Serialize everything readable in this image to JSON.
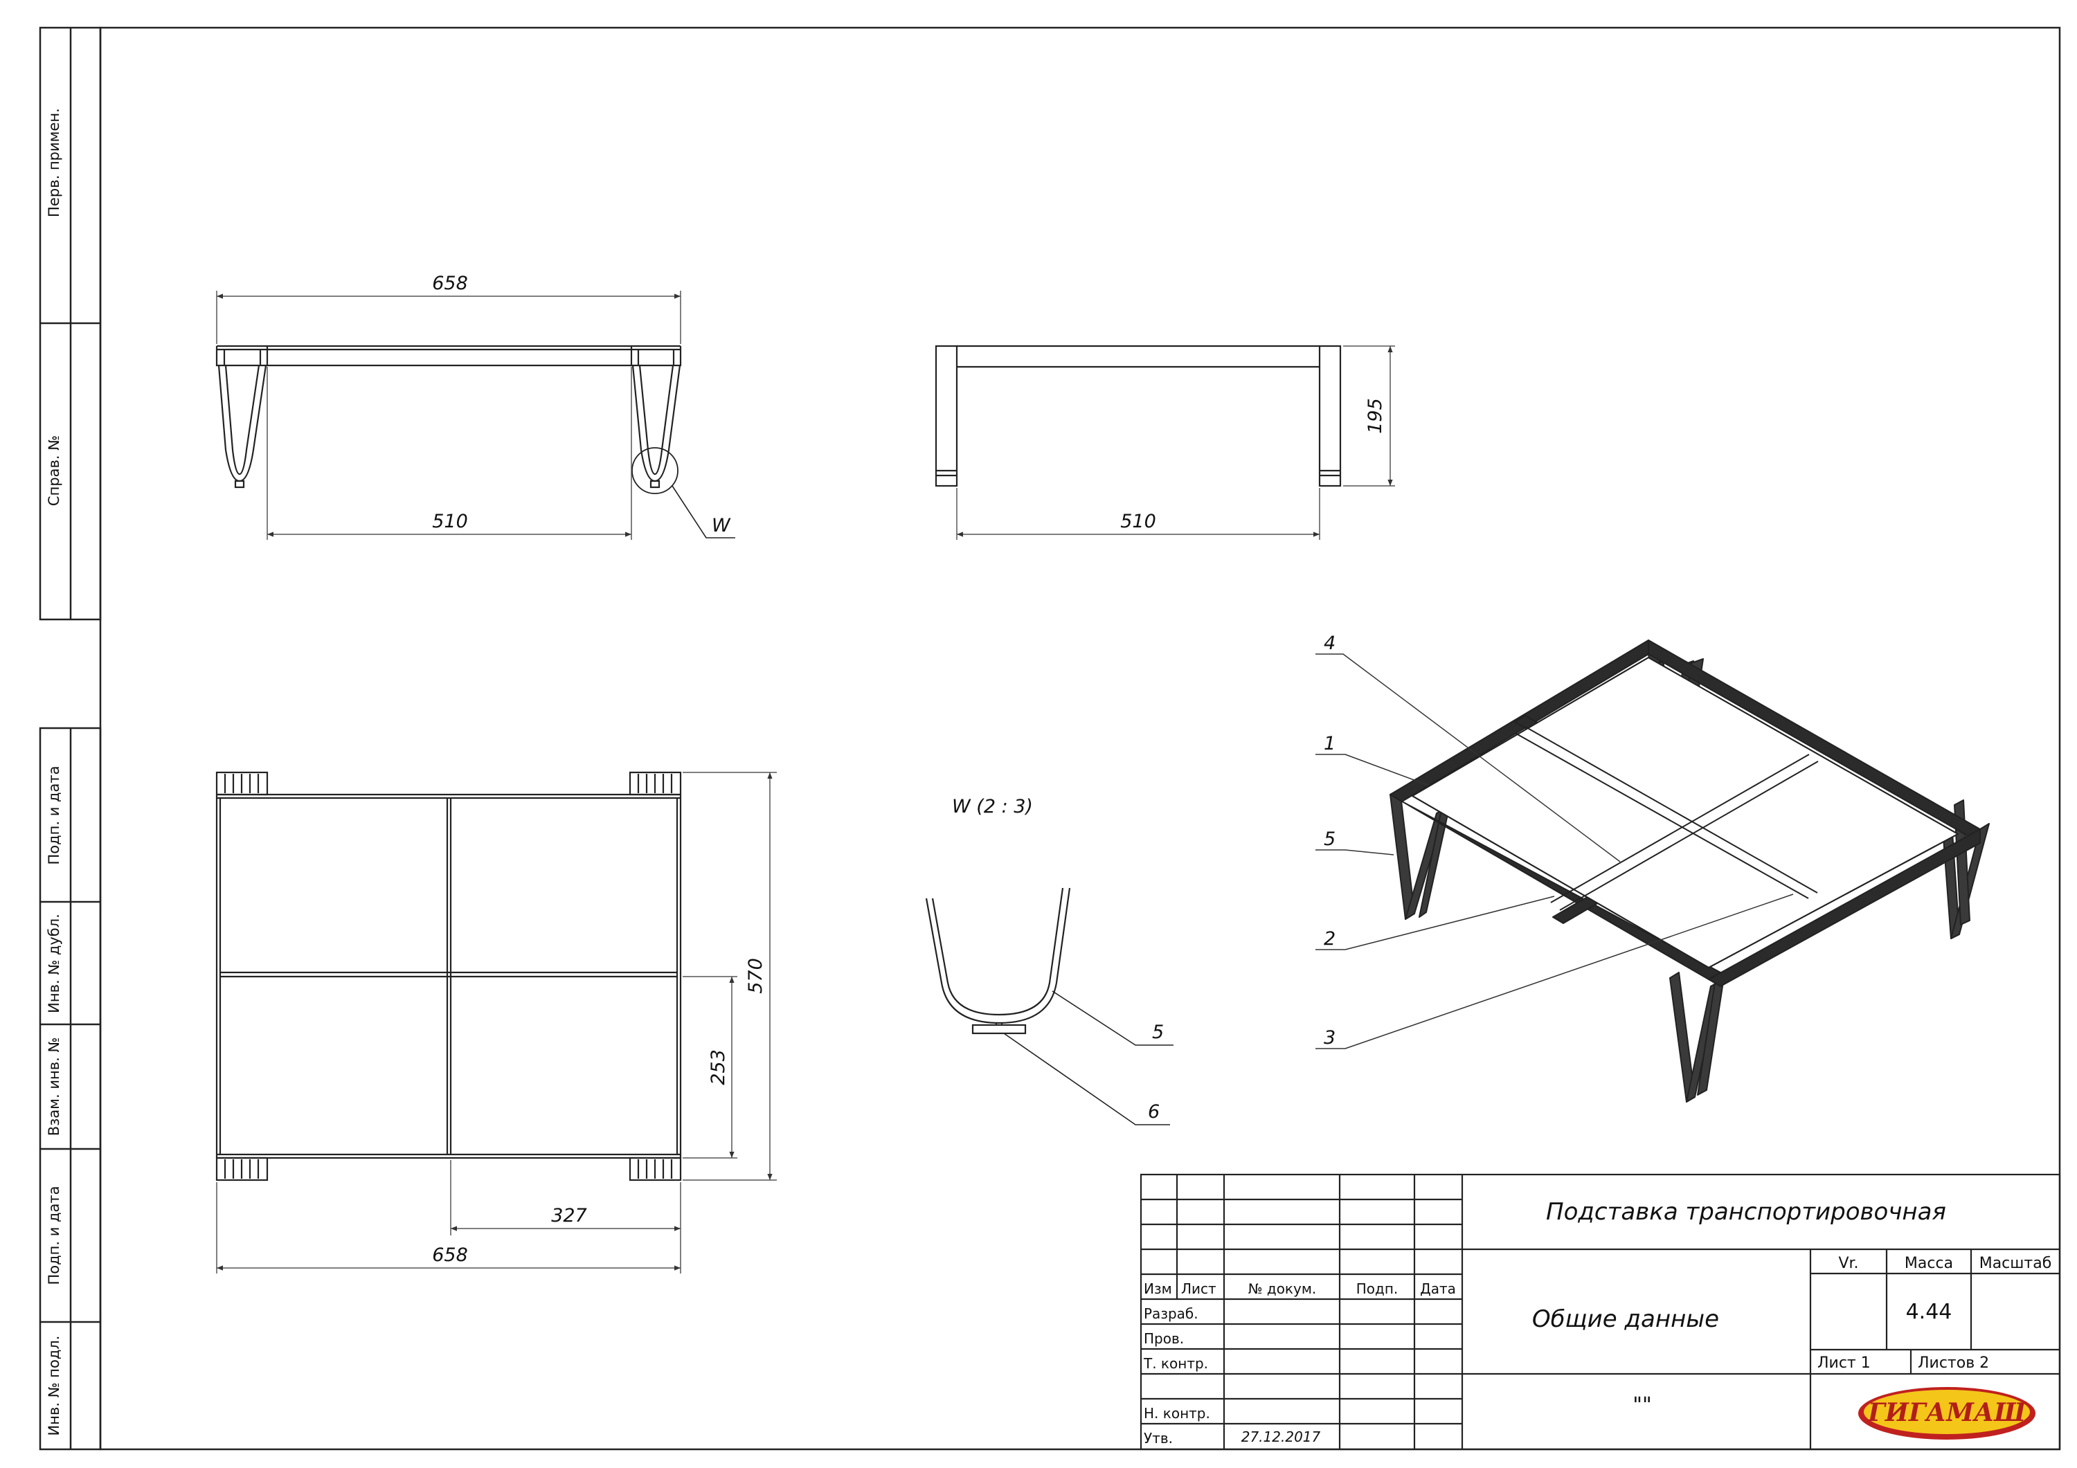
{
  "sidebar": {
    "perv_primen": "Перв. примен.",
    "sprav_no": "Справ. №",
    "podp_data_1": "Подп. и дата",
    "inv_dubl": "Инв. № дубл.",
    "vzam_inv": "Взам. инв. №",
    "podp_data_2": "Подп. и дата",
    "inv_podl": "Инв. № подл."
  },
  "dimensions": {
    "front_width": "658",
    "front_inner": "510",
    "side_height": "195",
    "side_inner": "510",
    "top_depth": "570",
    "top_half": "253",
    "top_half_width": "327",
    "top_width": "658"
  },
  "detail": {
    "callout": "W",
    "title": "W (2 : 3)",
    "labels": [
      "5",
      "6"
    ]
  },
  "iso_labels": [
    "4",
    "1",
    "5",
    "2",
    "3"
  ],
  "title_block": {
    "title": "Подставка транспортировочная",
    "subtitle": "Общие данные",
    "quotes": "\"\"",
    "col_vr": "Vr.",
    "col_massa": "Масса",
    "col_masshtab": "Масштаб",
    "mass_value": "4.44",
    "sheet": "Лист 1",
    "sheets": "Листов 2",
    "hdr_izm": "Изм",
    "hdr_list": "Лист",
    "hdr_dokum": "№ докум.",
    "hdr_podp": "Подп.",
    "hdr_data": "Дата",
    "razrab": "Разраб.",
    "prov": "Пров.",
    "t_kontr": "Т. контр.",
    "n_kontr": "Н. контр.",
    "utv": "Утв.",
    "utv_date": "27.12.2017",
    "logo": "ГИГАМАШ"
  }
}
